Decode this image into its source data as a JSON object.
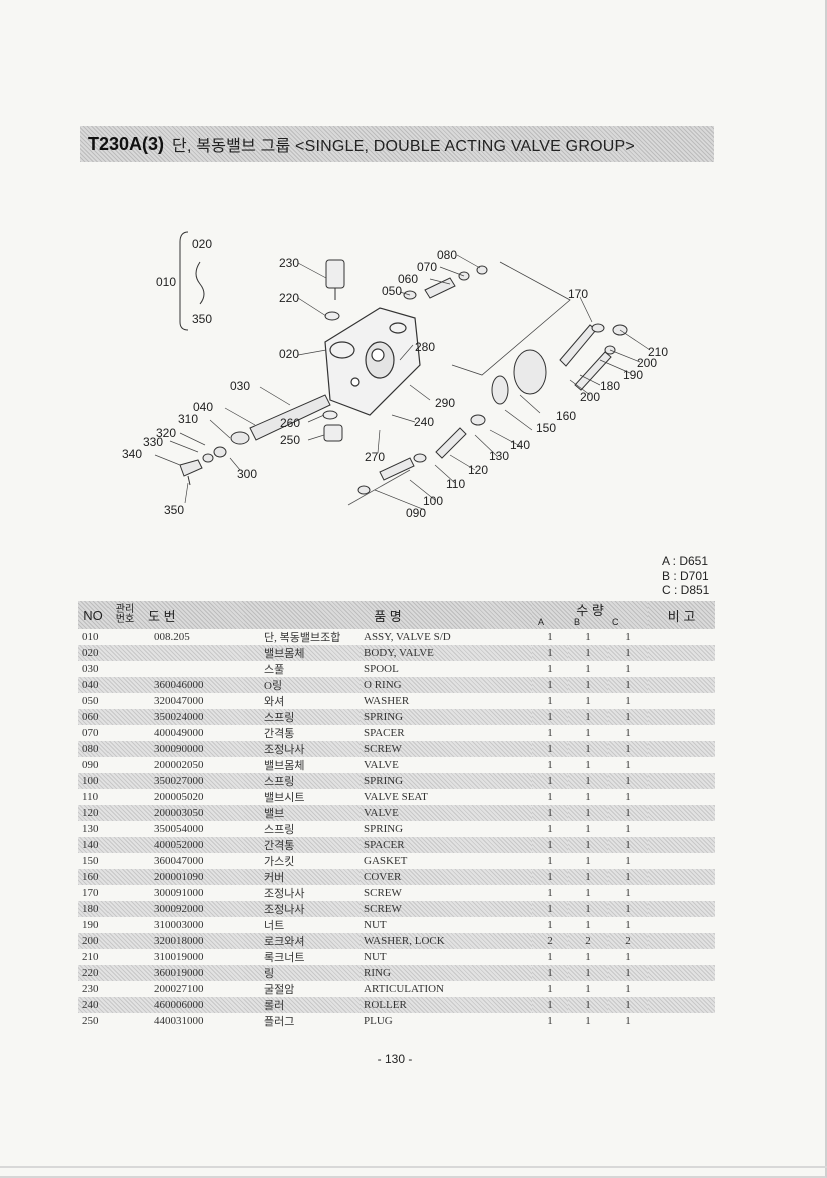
{
  "header": {
    "code": "T230A(3)",
    "title": "단, 복동밸브 그룹 <SINGLE, DOUBLE  ACTING VALVE GROUP>"
  },
  "diagram": {
    "labels": [
      "020",
      "010",
      "350",
      "230",
      "220",
      "020",
      "080",
      "070",
      "060",
      "050",
      "170",
      "280",
      "030",
      "210",
      "200",
      "190",
      "180",
      "200",
      "290",
      "040",
      "310",
      "260",
      "240",
      "160",
      "250",
      "320",
      "330",
      "150",
      "340",
      "140",
      "270",
      "130",
      "300",
      "120",
      "110",
      "350",
      "100",
      "090"
    ]
  },
  "model_legend": [
    "A : D651",
    "B : D701",
    "C : D851"
  ],
  "table": {
    "headers": {
      "no": "NO",
      "mgmt_top": "관리",
      "mgmt_bottom": "번호",
      "drawing_number": "도      번",
      "part_name": "품                   명",
      "quantity": "수   량",
      "qty_a": "A",
      "qty_b": "B",
      "qty_c": "C",
      "remarks": "비 고"
    },
    "rows": [
      {
        "no": "010",
        "part": "008.205",
        "kr": "단, 복동밸브조합",
        "en": "ASSY, VALVE S/D",
        "a": "1",
        "b": "1",
        "c": "1"
      },
      {
        "no": "020",
        "part": "",
        "kr": "밸브몸체",
        "en": "BODY, VALVE",
        "a": "1",
        "b": "1",
        "c": "1"
      },
      {
        "no": "030",
        "part": "",
        "kr": "스풀",
        "en": "SPOOL",
        "a": "1",
        "b": "1",
        "c": "1"
      },
      {
        "no": "040",
        "part": "360046000",
        "kr": "O링",
        "en": "O RING",
        "a": "1",
        "b": "1",
        "c": "1"
      },
      {
        "no": "050",
        "part": "320047000",
        "kr": "와셔",
        "en": "WASHER",
        "a": "1",
        "b": "1",
        "c": "1"
      },
      {
        "no": "060",
        "part": "350024000",
        "kr": "스프링",
        "en": "SPRING",
        "a": "1",
        "b": "1",
        "c": "1"
      },
      {
        "no": "070",
        "part": "400049000",
        "kr": "간격통",
        "en": "SPACER",
        "a": "1",
        "b": "1",
        "c": "1"
      },
      {
        "no": "080",
        "part": "300090000",
        "kr": "조정나사",
        "en": "SCREW",
        "a": "1",
        "b": "1",
        "c": "1"
      },
      {
        "no": "090",
        "part": "200002050",
        "kr": "밸브몸체",
        "en": "VALVE",
        "a": "1",
        "b": "1",
        "c": "1"
      },
      {
        "no": "100",
        "part": "350027000",
        "kr": "스프링",
        "en": "SPRING",
        "a": "1",
        "b": "1",
        "c": "1"
      },
      {
        "no": "110",
        "part": "200005020",
        "kr": "밸브시트",
        "en": "VALVE SEAT",
        "a": "1",
        "b": "1",
        "c": "1"
      },
      {
        "no": "120",
        "part": "200003050",
        "kr": "밸브",
        "en": "VALVE",
        "a": "1",
        "b": "1",
        "c": "1"
      },
      {
        "no": "130",
        "part": "350054000",
        "kr": "스프링",
        "en": "SPRING",
        "a": "1",
        "b": "1",
        "c": "1"
      },
      {
        "no": "140",
        "part": "400052000",
        "kr": "간격통",
        "en": "SPACER",
        "a": "1",
        "b": "1",
        "c": "1"
      },
      {
        "no": "150",
        "part": "360047000",
        "kr": "가스킷",
        "en": "GASKET",
        "a": "1",
        "b": "1",
        "c": "1"
      },
      {
        "no": "160",
        "part": "200001090",
        "kr": "커버",
        "en": "COVER",
        "a": "1",
        "b": "1",
        "c": "1"
      },
      {
        "no": "170",
        "part": "300091000",
        "kr": "조정나사",
        "en": "SCREW",
        "a": "1",
        "b": "1",
        "c": "1"
      },
      {
        "no": "180",
        "part": "300092000",
        "kr": "조정나사",
        "en": "SCREW",
        "a": "1",
        "b": "1",
        "c": "1"
      },
      {
        "no": "190",
        "part": "310003000",
        "kr": "너트",
        "en": "NUT",
        "a": "1",
        "b": "1",
        "c": "1"
      },
      {
        "no": "200",
        "part": "320018000",
        "kr": "로크와셔",
        "en": "WASHER, LOCK",
        "a": "2",
        "b": "2",
        "c": "2"
      },
      {
        "no": "210",
        "part": "310019000",
        "kr": "록크너트",
        "en": "NUT",
        "a": "1",
        "b": "1",
        "c": "1"
      },
      {
        "no": "220",
        "part": "360019000",
        "kr": "링",
        "en": "RING",
        "a": "1",
        "b": "1",
        "c": "1"
      },
      {
        "no": "230",
        "part": "200027100",
        "kr": "굴절암",
        "en": "ARTICULATION",
        "a": "1",
        "b": "1",
        "c": "1"
      },
      {
        "no": "240",
        "part": "460006000",
        "kr": "롤러",
        "en": "ROLLER",
        "a": "1",
        "b": "1",
        "c": "1"
      },
      {
        "no": "250",
        "part": "440031000",
        "kr": "플러그",
        "en": "PLUG",
        "a": "1",
        "b": "1",
        "c": "1"
      }
    ]
  },
  "footer": {
    "page_number": "- 130 -"
  }
}
